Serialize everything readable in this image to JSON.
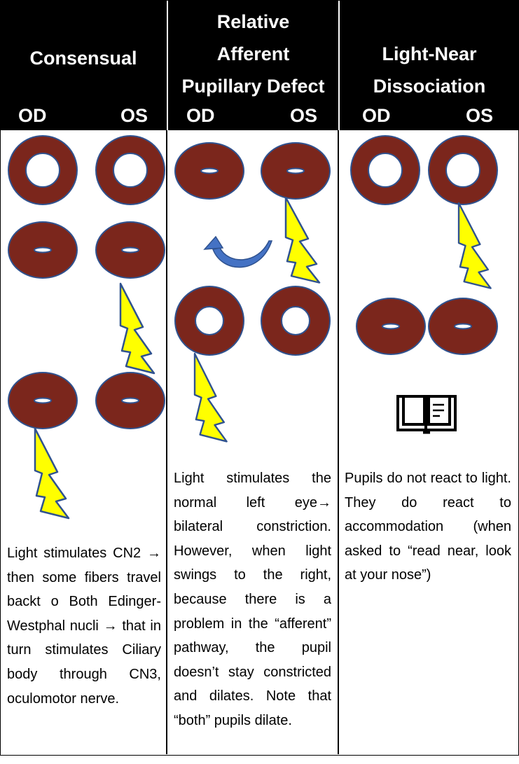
{
  "columns": [
    {
      "title_lines": [
        "Consensual"
      ],
      "od": "OD",
      "os": "OS",
      "text": "Light stimulates CN2 → then some fibers travel backt o Both Edinger- Westphal nucli → that in turn stimulates Ciliary body through CN3, oculomotor nerve."
    },
    {
      "title_lines": [
        "Relative",
        "Afferent",
        "Pupillary Defect"
      ],
      "od": "OD",
      "os": "OS",
      "text": "Light stimulates the normal left eye→ bilateral constriction. However, when light swings to the right, because there is a problem in the “afferent” pathway, the pupil doesn’t stay constricted and dilates. Note that “both” pupils dilate."
    },
    {
      "title_lines": [
        "Light-Near",
        "Dissociation"
      ],
      "od": "OD",
      "os": "OS",
      "text": "Pupils do not react to light. They do react to accommodation (when asked to “read near, look at your nose”)"
    }
  ],
  "colors": {
    "iris": "#7B261C",
    "outline": "#2F528F",
    "bolt": "#FFFF00",
    "arrow": "#4472C4"
  }
}
